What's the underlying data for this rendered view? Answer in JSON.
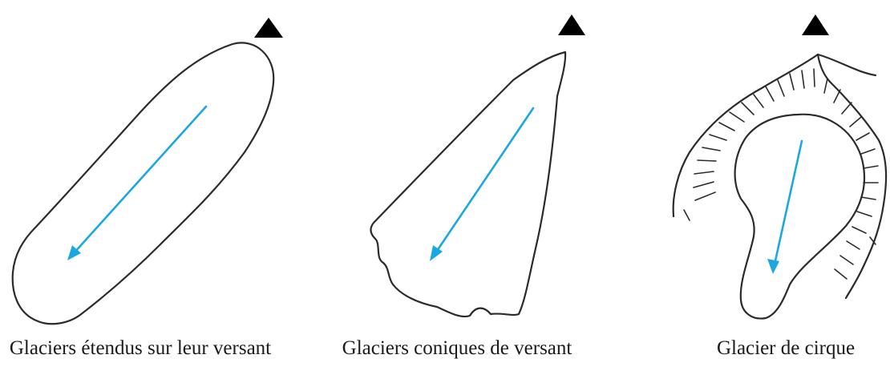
{
  "panels": [
    {
      "caption": "Glaciers étendus sur leur versant",
      "summit_icon": "black-triangle",
      "flow_icon": "blue-arrow"
    },
    {
      "caption": "Glaciers coniques de versant",
      "summit_icon": "black-triangle",
      "flow_icon": "blue-arrow"
    },
    {
      "caption": "Glacier de cirque",
      "summit_icon": "black-triangle",
      "flow_icon": "blue-arrow"
    }
  ],
  "colors": {
    "flow_arrow": "#1ba7e0",
    "outline": "#2b2b2b",
    "summit": "#000000",
    "background": "#ffffff"
  }
}
